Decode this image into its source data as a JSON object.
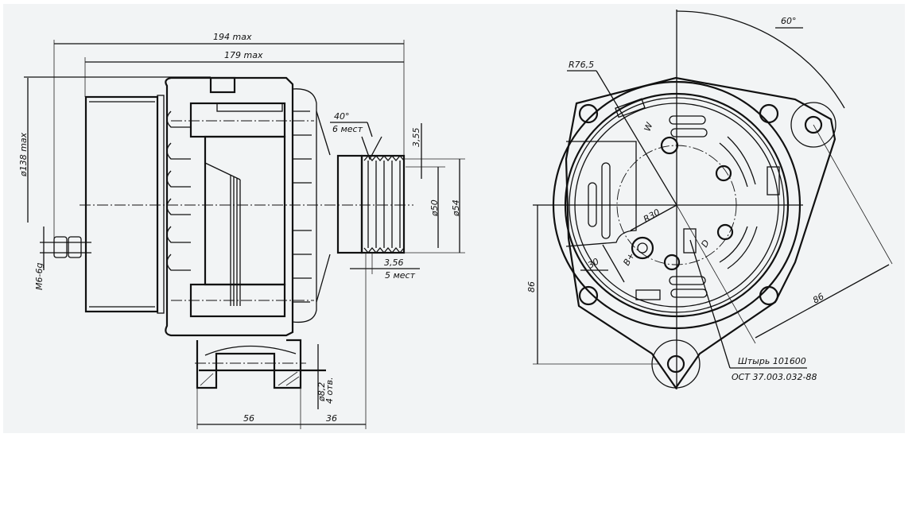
{
  "side_view": {
    "overall_length": "194 max",
    "body_length": "179 max",
    "diameter": "ø138 max",
    "thread": "M6-6g",
    "groove_angle": "40°",
    "groove_angle_count": "6 мест",
    "groove_depth": "3,55",
    "pulley_inner_diameter": "ø50",
    "pulley_outer_diameter": "ø54",
    "groove_pitch": "3,56",
    "groove_pitch_count": "5 мест",
    "hole_diameter": "ø8,2",
    "hole_count": "4 отв.",
    "foot_width": "56",
    "foot_offset": "36"
  },
  "end_view": {
    "angle": "60°",
    "radius": "R76,5",
    "terminal_w": "W",
    "radius_inner": "R30",
    "terminal_b": "B+",
    "dim_30": "30",
    "terminal_d": "D",
    "height_dim": "86",
    "diag_dim": "86",
    "pin_note": "Штырь 101600",
    "standard_note": "ОСТ 37.003.032-88"
  }
}
